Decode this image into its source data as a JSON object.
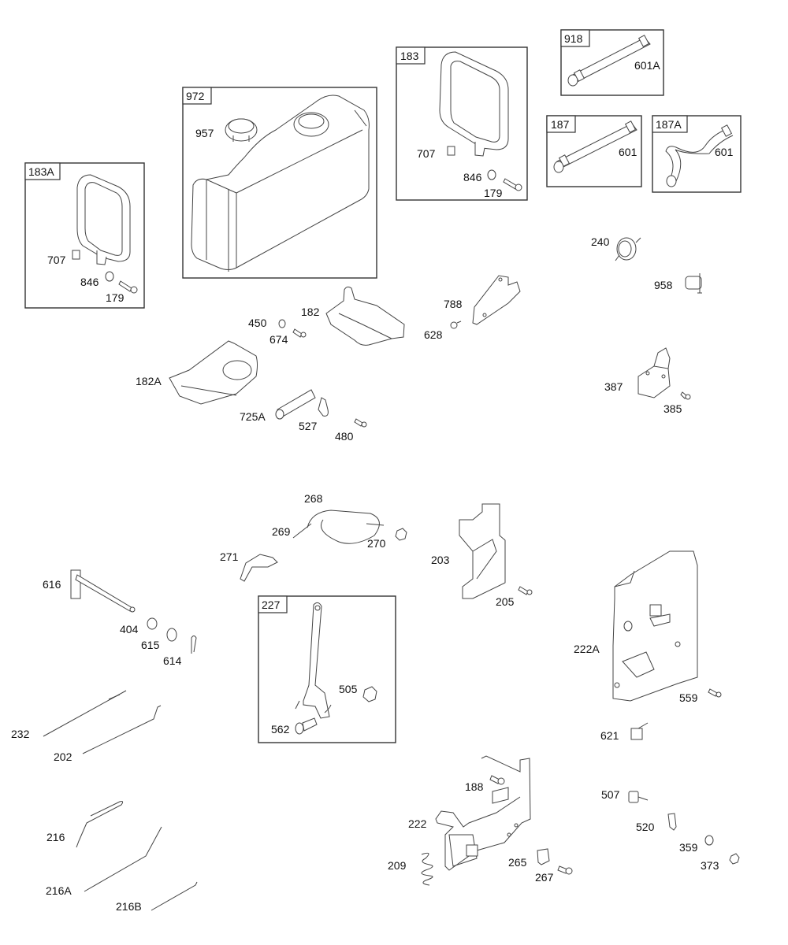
{
  "diagram": {
    "type": "exploded-parts-diagram",
    "groups": [
      {
        "id": "183A",
        "parts": [
          "707",
          "846",
          "179"
        ]
      },
      {
        "id": "972",
        "parts": [
          "957"
        ]
      },
      {
        "id": "183",
        "parts": [
          "707",
          "846",
          "179"
        ]
      },
      {
        "id": "918",
        "parts": [
          "601A"
        ]
      },
      {
        "id": "187",
        "parts": [
          "601"
        ]
      },
      {
        "id": "187A",
        "parts": [
          "601"
        ]
      },
      {
        "id": "227",
        "parts": [
          "505",
          "562"
        ]
      }
    ],
    "labels": {
      "g183A": "183A",
      "g183A_707": "707",
      "g183A_846": "846",
      "g183A_179": "179",
      "g972": "972",
      "p957": "957",
      "g183": "183",
      "g183_707": "707",
      "g183_846": "846",
      "g183_179": "179",
      "g918": "918",
      "p601A": "601A",
      "g187": "187",
      "g187_601": "601",
      "g187A": "187A",
      "g187A_601": "601",
      "p240": "240",
      "p958": "958",
      "p450": "450",
      "p674": "674",
      "p182": "182",
      "p788": "788",
      "p628": "628",
      "p182A": "182A",
      "p725A": "725A",
      "p527": "527",
      "p480": "480",
      "p387": "387",
      "p385": "385",
      "p268": "268",
      "p269": "269",
      "p270": "270",
      "p271": "271",
      "p203": "203",
      "p205": "205",
      "p616": "616",
      "p404": "404",
      "p615": "615",
      "p614": "614",
      "g227": "227",
      "p505": "505",
      "p562": "562",
      "p222A": "222A",
      "p559": "559",
      "p621": "621",
      "p232": "232",
      "p202": "202",
      "p188": "188",
      "p222": "222",
      "p209": "209",
      "p265": "265",
      "p267": "267",
      "p507": "507",
      "p520": "520",
      "p359": "359",
      "p373": "373",
      "p216": "216",
      "p216A": "216A",
      "p216B": "216B"
    }
  }
}
